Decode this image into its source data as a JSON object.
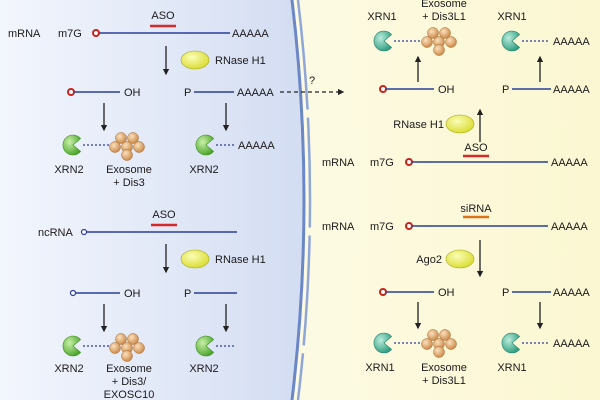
{
  "labels": {
    "mrna": "mRNA",
    "ncrna": "ncRNA",
    "m7g": "m7G",
    "polya": "AAAAA",
    "oh": "OH",
    "p": "P",
    "aso": "ASO",
    "sirna": "siRNA",
    "rnase_h1": "RNase H1",
    "ago2": "Ago2",
    "xrn1": "XRN1",
    "xrn2": "XRN2",
    "question": "?",
    "exosome": "Exosome",
    "dis3": "+ Dis3",
    "dis3_exosc10": "+ Dis3/",
    "exosc10": "EXOSC10",
    "dis3l1": "+ Dis3L1"
  },
  "colors": {
    "nucleus_bg": "#d6e0f4",
    "cytoplasm_bg": "#fdfbe0",
    "membrane": "#6b87c6",
    "strand": "#2a3e9a",
    "aso": "#d42a2a",
    "sirna": "#d9731a",
    "cap": "#c8241c",
    "enzyme_rnase": "#eef04a",
    "xrn2_green": "#62c23e",
    "xrn1_teal": "#4fbf9e",
    "exosome": "#e8a96a"
  }
}
